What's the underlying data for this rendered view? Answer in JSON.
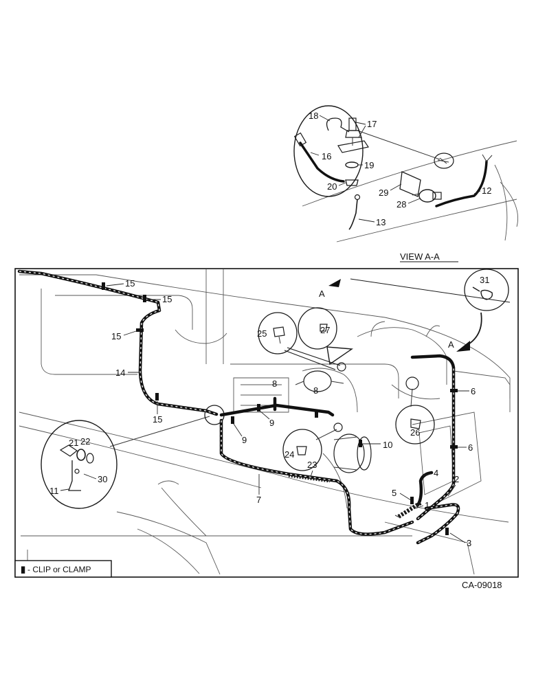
{
  "view_title": "VIEW A-A",
  "drawing_number": "CA-09018",
  "legend": {
    "symbol": "▮",
    "text": "- CLIP or CLAMP"
  },
  "section_markers": {
    "upper": "A",
    "lower": "A"
  },
  "callouts": {
    "c1": "1",
    "c2": "2",
    "c3": "3",
    "c4": "4",
    "c5": "5",
    "c6a": "6",
    "c6b": "6",
    "c7": "7",
    "c8a": "8",
    "c8b": "8",
    "c9a": "9",
    "c9b": "9",
    "c10": "10",
    "c11": "11",
    "c12": "12",
    "c13": "13",
    "c14": "14",
    "c15a": "15",
    "c15b": "15",
    "c15c": "15",
    "c15d": "15",
    "c16": "16",
    "c17": "17",
    "c18": "18",
    "c19": "19",
    "c20": "20",
    "c21": "21",
    "c22": "22",
    "c23": "23",
    "c24": "24",
    "c25": "25",
    "c26": "26",
    "c27": "27",
    "c28": "28",
    "c29": "29",
    "c30": "30",
    "c31": "31"
  }
}
